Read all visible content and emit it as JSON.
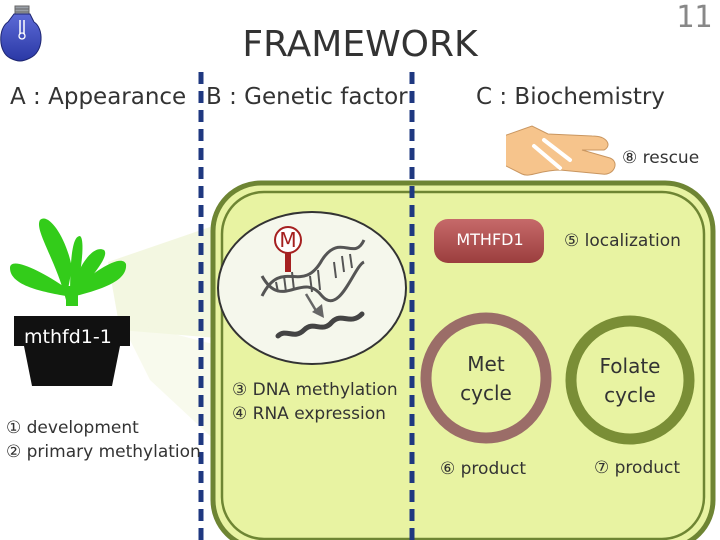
{
  "slide": {
    "title": "FRAMEWORK",
    "page_number": "11"
  },
  "columns": {
    "a": "A : Appearance",
    "b": "B : Genetic factor",
    "c": "C : Biochemistry"
  },
  "plant": {
    "mutant_label": "mthfd1-1",
    "items": [
      "① development",
      "② primary methylation"
    ]
  },
  "genetic": {
    "marker": "M",
    "items": [
      "③ DNA methylation",
      "④ RNA expression"
    ]
  },
  "biochemistry": {
    "rescue": "⑧ rescue",
    "enzyme": "MTHFD1",
    "localization": "⑤ localization",
    "met_cycle": "Met cycle",
    "folate_cycle": "Folate cycle",
    "met_product": "⑥ product",
    "folate_product": "⑦ product"
  },
  "colors": {
    "bulb": "#3f4fc0",
    "plant_green": "#33cc1a",
    "pot": "#111111",
    "cell_fill": "#e8f3a2",
    "cell_border": "#6e8533",
    "met_cycle": "#9b6d68",
    "folate_cycle": "#7a8e36",
    "divider": "#1f3880",
    "enzyme_pill": "#b05252",
    "marker": "#a52020",
    "hand": "#f6c48c"
  }
}
